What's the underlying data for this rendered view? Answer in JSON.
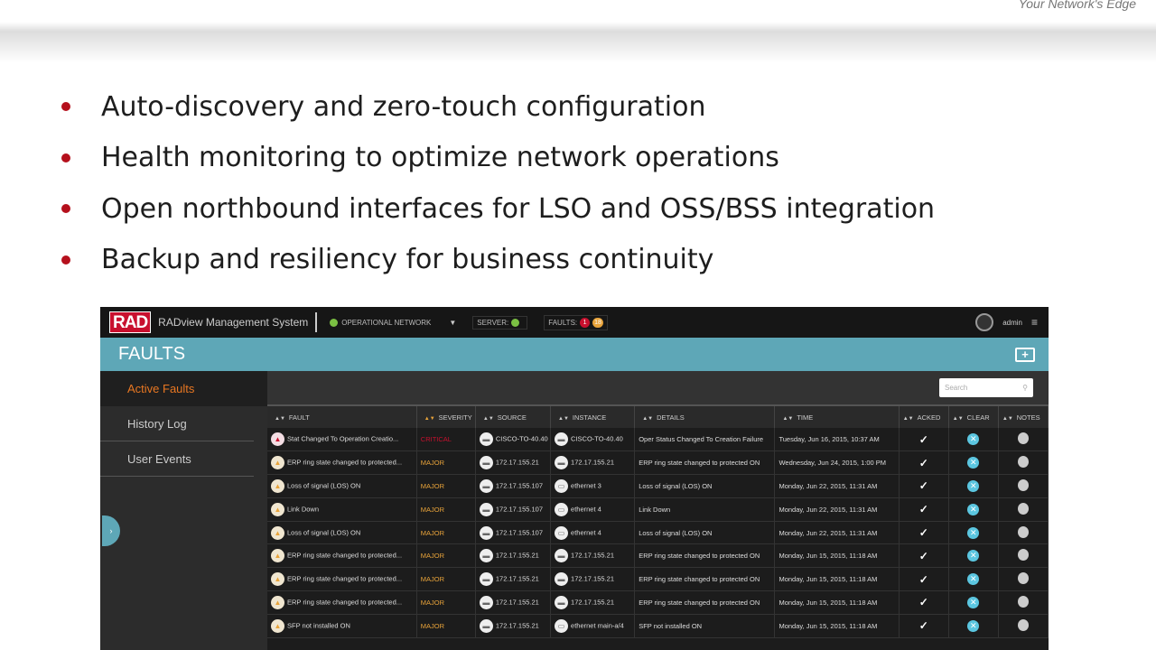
{
  "slide": {
    "tagline": "Your Network's Edge",
    "bullets": [
      "Auto-discovery and zero-touch configuration",
      "Health monitoring to optimize network operations",
      "Open northbound interfaces for LSO and OSS/BSS integration",
      "Backup and resiliency for business continuity"
    ],
    "bullet_color": "#b5101c"
  },
  "app": {
    "logo": "RAD",
    "name": "RADview Management System",
    "network": "OPERATIONAL NETWORK",
    "server_label": "SERVER:",
    "faults_label": "FAULTS:",
    "faults_critical": "1",
    "faults_major": "18",
    "user": "admin",
    "page_title": "FAULTS",
    "sidebar": [
      {
        "label": "Active Faults",
        "active": true
      },
      {
        "label": "History Log"
      },
      {
        "label": "User Events"
      }
    ],
    "search_placeholder": "Search",
    "columns": [
      "FAULT",
      "SEVERITY",
      "SOURCE",
      "INSTANCE",
      "DETAILS",
      "TIME",
      "ACKED",
      "CLEAR",
      "NOTES"
    ],
    "rows": [
      [
        "Stat Changed To Operation Creatio...",
        "CRITICAL",
        "CISCO-TO-40.40",
        "CISCO-TO-40.40",
        "Oper Status Changed To Creation Failure",
        "Tuesday, Jun 16, 2015, 10:37 AM"
      ],
      [
        "ERP ring state changed to protected...",
        "MAJOR",
        "172.17.155.21",
        "172.17.155.21",
        "ERP ring state changed to protected ON",
        "Wednesday, Jun 24, 2015, 1:00 PM"
      ],
      [
        "Loss of signal (LOS) ON",
        "MAJOR",
        "172.17.155.107",
        "ethernet 3",
        "Loss of signal (LOS) ON",
        "Monday, Jun 22, 2015, 11:31 AM"
      ],
      [
        "Link Down",
        "MAJOR",
        "172.17.155.107",
        "ethernet 4",
        "Link Down",
        "Monday, Jun 22, 2015, 11:31 AM"
      ],
      [
        "Loss of signal (LOS) ON",
        "MAJOR",
        "172.17.155.107",
        "ethernet 4",
        "Loss of signal (LOS) ON",
        "Monday, Jun 22, 2015, 11:31 AM"
      ],
      [
        "ERP ring state changed to protected...",
        "MAJOR",
        "172.17.155.21",
        "172.17.155.21",
        "ERP ring state changed to protected ON",
        "Monday, Jun 15, 2015, 11:18 AM"
      ],
      [
        "ERP ring state changed to protected...",
        "MAJOR",
        "172.17.155.21",
        "172.17.155.21",
        "ERP ring state changed to protected ON",
        "Monday, Jun 15, 2015, 11:18 AM"
      ],
      [
        "ERP ring state changed to protected...",
        "MAJOR",
        "172.17.155.21",
        "172.17.155.21",
        "ERP ring state changed to protected ON",
        "Monday, Jun 15, 2015, 11:18 AM"
      ],
      [
        "SFP not installed ON",
        "MAJOR",
        "172.17.155.21",
        "ethernet main-a/4",
        "SFP not installed ON",
        "Monday, Jun 15, 2015, 11:18 AM"
      ]
    ],
    "colors": {
      "accent": "#5ea7b7",
      "active": "#e87722",
      "critical": "#c8102e",
      "major": "#e8a33a"
    }
  }
}
